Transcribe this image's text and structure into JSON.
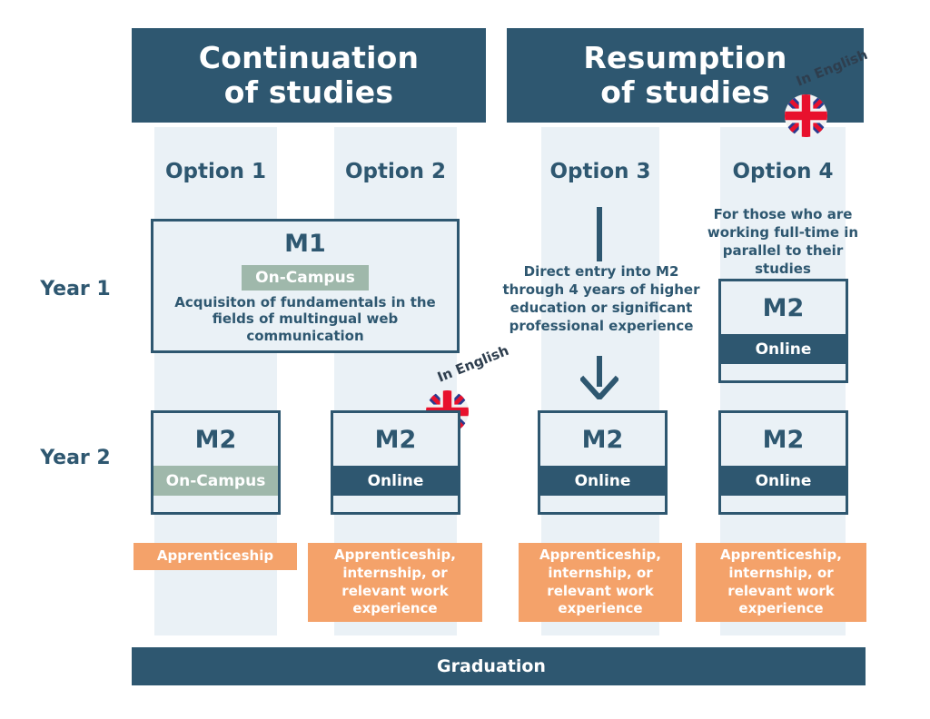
{
  "headers": [
    {
      "id": "continuation",
      "line1": "Continuation",
      "line2": "of studies"
    },
    {
      "id": "resumption",
      "line1": "Resumption",
      "line2": "of studies"
    }
  ],
  "english_badge": {
    "label": "In English",
    "flag": "uk-flag-icon"
  },
  "year_labels": {
    "year1": "Year 1",
    "year2": "Year 2"
  },
  "options": [
    {
      "id": "option-1",
      "label": "Option 1",
      "year1": {
        "code": "M1",
        "mode": "On-Campus",
        "mode_type": "oncampus",
        "description": "Acquisiton of fundamentals in the fields of multingual web communication"
      },
      "year2": {
        "code": "M2",
        "mode": "On-Campus",
        "mode_type": "oncampus"
      },
      "experience": "Apprenticeship",
      "in_english": false
    },
    {
      "id": "option-2",
      "label": "Option 2",
      "year2": {
        "code": "M2",
        "mode": "Online",
        "mode_type": "online"
      },
      "experience": "Apprenticeship, internship, or relevant work experience",
      "in_english": true
    },
    {
      "id": "option-3",
      "label": "Option 3",
      "note": "Direct entry into M2 through 4 years of higher education or significant professional experience",
      "year2": {
        "code": "M2",
        "mode": "Online",
        "mode_type": "online"
      },
      "experience": "Apprenticeship, internship, or relevant work experience",
      "in_english": false
    },
    {
      "id": "option-4",
      "label": "Option 4",
      "note": "For those who are working full-time in parallel to their studies",
      "year1": {
        "code": "M2",
        "mode": "Online",
        "mode_type": "online"
      },
      "year2": {
        "code": "M2",
        "mode": "Online",
        "mode_type": "online"
      },
      "experience": "Apprenticeship, internship, or relevant work experience",
      "in_english": false
    }
  ],
  "graduation": {
    "label": "Graduation"
  },
  "colors": {
    "navy": "#2e5770",
    "stripe": "#eaf1f6",
    "orange": "#f4a26a",
    "green": "#9fb8ab",
    "white": "#ffffff"
  }
}
